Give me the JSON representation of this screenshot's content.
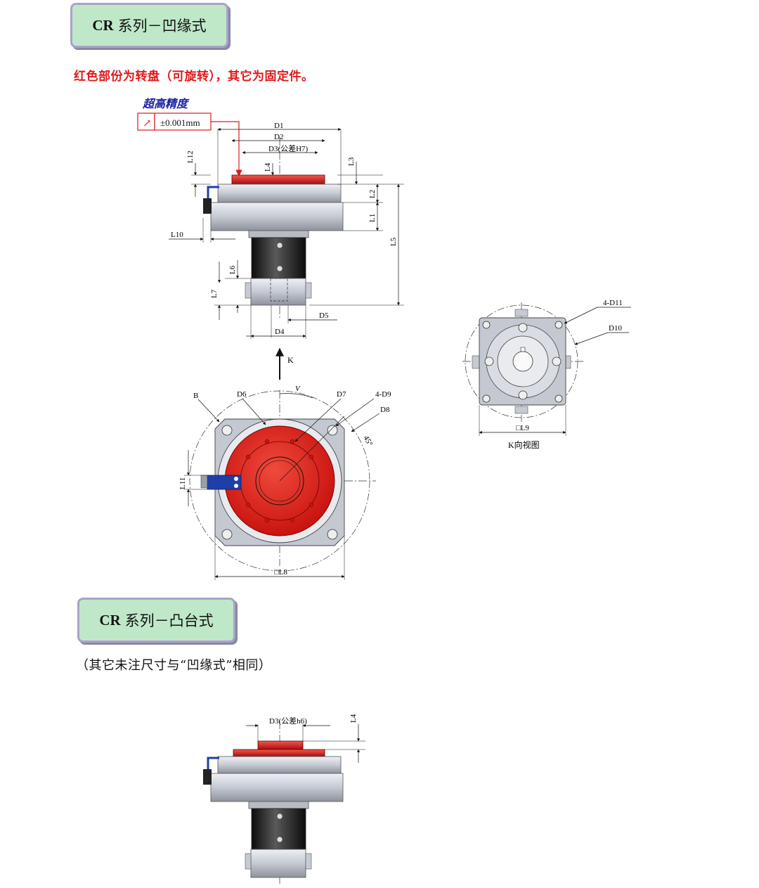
{
  "sections": [
    {
      "model": "CR",
      "title": "系列－凹缘式"
    },
    {
      "model": "CR",
      "title": "系列－凸台式"
    }
  ],
  "notes": {
    "red": "红色部份为转盘（可旋转），其它为固定件。",
    "black": "（其它未注尺寸与“凹缘式”相同）"
  },
  "precision": {
    "heading": "超高精度",
    "symbol": "↗",
    "value": "±0.001mm"
  },
  "dims": {
    "D1": "D1",
    "D2": "D2",
    "D3_H7": "D3(公差H7)",
    "D3_h6": "D3(公差h6)",
    "D4": "D4",
    "D5": "D5",
    "D6": "D6",
    "D7": "D7",
    "D8": "D8",
    "D9": "4-D9",
    "D10": "D10",
    "D11": "4-D11",
    "L1": "L1",
    "L2": "L2",
    "L3": "L3",
    "L4": "L4",
    "L5": "L5",
    "L6": "L6",
    "L7": "L7",
    "L8": "□L8",
    "L9": "□L9",
    "L10": "L10",
    "L11": "L11",
    "L12": "L12",
    "B": "B",
    "V": "V",
    "angle": "45°",
    "K": "K",
    "k_view": "K向视图"
  },
  "colors": {
    "turntable_red": "#e0191b",
    "body_grey": "#c9cdd6",
    "motor_black": "#1c1c1c",
    "bracket_blue": "#1f3fa8",
    "badge_green": "#bfe8c9",
    "badge_border": "#a9a3c8"
  }
}
